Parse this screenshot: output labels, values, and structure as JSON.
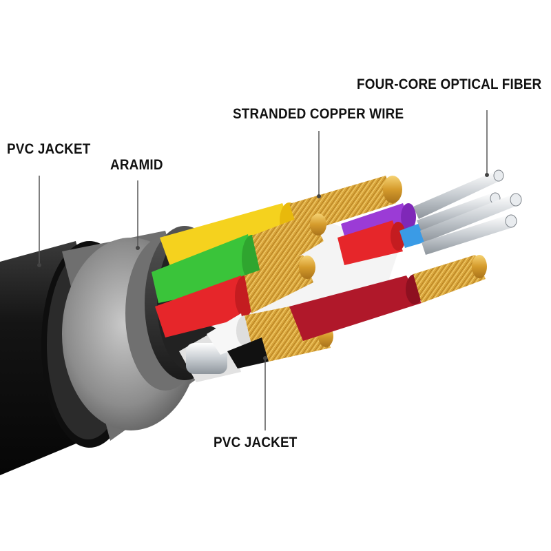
{
  "labels": {
    "pvc_jacket_outer": "PVC JACKET",
    "aramid": "ARAMID",
    "stranded_copper_wire": "STRANDED COPPER WIRE",
    "four_core_optical_fiber": "FOUR-CORE OPTICAL FIBER",
    "pvc_jacket_inner": "PVC JACKET"
  },
  "colors": {
    "outer_jacket": "#1a1a1a",
    "aramid_layer": "#8a8a8a",
    "inner_shield": "#2a2a2a",
    "copper": "#d9a53a",
    "wire_yellow": "#f5d21e",
    "wire_green": "#3ac43a",
    "wire_red": "#e6262a",
    "wire_darkred": "#b0182a",
    "wire_purple": "#9b3bd6",
    "wire_blue": "#3a9be6",
    "fiber_silver": "#d8dde2",
    "separator_white": "#f4f4f4"
  }
}
